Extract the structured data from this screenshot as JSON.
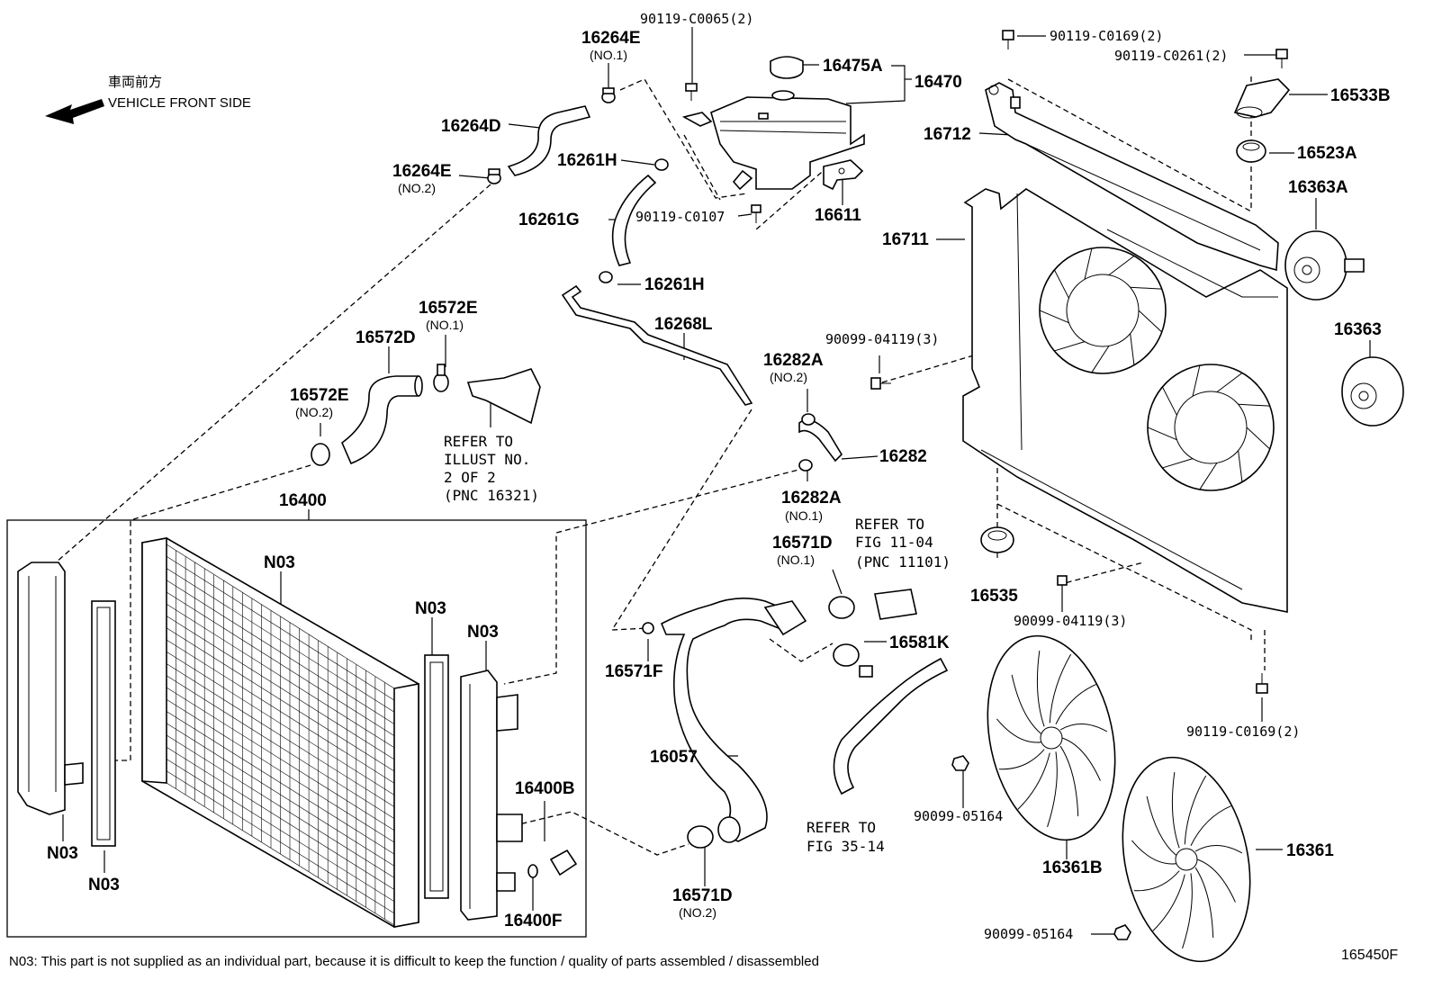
{
  "direction": {
    "jp": "車両前方",
    "en": "VEHICLE FRONT SIDE"
  },
  "labels": {
    "p16264E": "16264E",
    "p16264E_no1": "(NO.1)",
    "p16264E2": "16264E",
    "p16264E_no2": "(NO.2)",
    "p16264D": "16264D",
    "b90119C0065": "90119-C0065(2)",
    "p16475A": "16475A",
    "p16470": "16470",
    "p16261H_a": "16261H",
    "p16261G": "16261G",
    "b90119C0107": "90119-C0107",
    "p16611": "16611",
    "p16261H_b": "16261H",
    "p16268L": "16268L",
    "b90119C0169_a": "90119-C0169(2)",
    "b90119C0261": "90119-C0261(2)",
    "p16533B": "16533B",
    "p16712": "16712",
    "p16523A": "16523A",
    "p16363A": "16363A",
    "p16711": "16711",
    "p16363": "16363",
    "b90099_04119_a": "90099-04119(3)",
    "p16282A_top": "16282A",
    "p16282A_no2": "(NO.2)",
    "p16282": "16282",
    "p16282A_bot": "16282A",
    "p16282A_no1": "(NO.1)",
    "p16572E_top": "16572E",
    "p16572E_no1": "(NO.1)",
    "p16572D": "16572D",
    "p16572E_left": "16572E",
    "p16572E_no2": "(NO.2)",
    "p16400": "16400",
    "p16571D_top": "16571D",
    "p16571D_no1": "(NO.1)",
    "p16535": "16535",
    "b90099_04119_b": "90099-04119(3)",
    "p16581K": "16581K",
    "p16571F": "16571F",
    "p16057": "16057",
    "p16400B": "16400B",
    "p16400F": "16400F",
    "p16571D_bot": "16571D",
    "p16571D_no2": "(NO.2)",
    "b90119C0169_b": "90119-C0169(2)",
    "b90099_05164_a": "90099-05164",
    "p16361B": "16361B",
    "p16361": "16361",
    "b90099_05164_b": "90099-05164",
    "n03_core": "N03",
    "n03_gasket_r": "N03",
    "n03_tank_r": "N03",
    "n03_tank_l": "N03",
    "n03_gasket_l": "N03"
  },
  "refs": {
    "r1": [
      "REFER TO",
      "ILLUST NO.",
      "2 OF 2",
      "(PNC 16321)"
    ],
    "r2": [
      "REFER TO",
      "FIG 11-04",
      "(PNC 11101)"
    ],
    "r3": [
      "REFER TO",
      "FIG 35-14"
    ]
  },
  "footer": {
    "note": "N03: This part is not supplied as an individual part, because it is difficult to keep the function / quality of parts assembled / disassembled",
    "fig_code": "165450F"
  }
}
